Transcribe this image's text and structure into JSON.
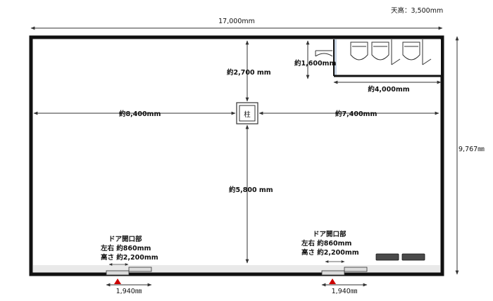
{
  "ceiling_height": "天高：3,500mm",
  "width_total": "17,000mm",
  "depth_total": "9,767㎜",
  "pillar_label": "柱",
  "pillar_to_top": "約2,700 mm",
  "pillar_to_left": "約8,400mm",
  "pillar_to_right": "約7,400mm",
  "pillar_to_bottom": "約5,800 mm",
  "restroom_depth": "約1,600mm",
  "restroom_width": "約4,000mm",
  "door_left": {
    "title": "ドア開口部",
    "width": "左右 約860mm",
    "height": "高さ 約2,200mm",
    "span": "1,940㎜"
  },
  "door_right": {
    "title": "ドア開口部",
    "width": "左右 約860mm",
    "height": "高さ 約2,200mm",
    "span": "1,940㎜"
  },
  "colors": {
    "wall": "#111111",
    "dim_line": "#333333",
    "marker": "#cc0000",
    "glass": "#c9d6e6",
    "floor_strip": "#e9e9e9"
  }
}
